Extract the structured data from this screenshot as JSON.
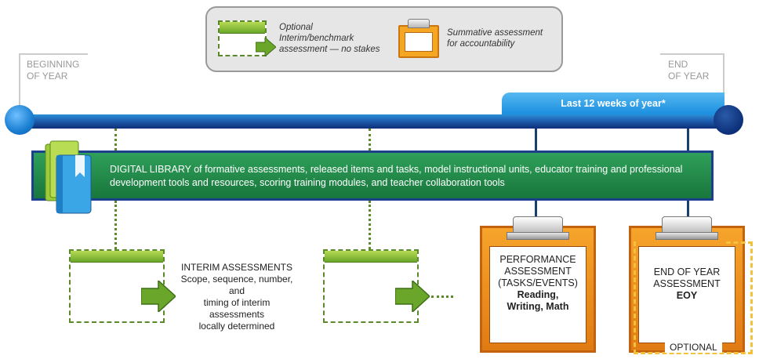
{
  "legend": {
    "interim_text": "Optional Interim/benchmark assessment — no stakes",
    "interim_lines": [
      "Optional",
      "Interim/benchmark",
      "assessment — no stakes"
    ],
    "summative_lines": [
      "Summative assessment",
      "for accountability"
    ]
  },
  "year": {
    "beginning_lines": [
      "BEGINNING",
      "OF YEAR"
    ],
    "end_lines": [
      "END",
      "OF YEAR"
    ]
  },
  "timeline": {
    "last_weeks": "Last 12 weeks of year*"
  },
  "library": {
    "text": "DIGITAL LIBRARY of formative assessments, released items and tasks, model instructional units, educator training and professional development tools and resources, scoring training modules, and teacher collaboration tools"
  },
  "interim": {
    "title": "INTERIM ASSESSMENTS",
    "lines": [
      "Scope, sequence, number, and",
      "timing of interim assessments",
      "locally determined"
    ]
  },
  "performance": {
    "lines": [
      "PERFORMANCE",
      "ASSESSMENT",
      "(TASKS/EVENTS)"
    ],
    "bold_lines": [
      "Reading,",
      "Writing, Math"
    ]
  },
  "eoy": {
    "lines": [
      "END OF YEAR",
      "ASSESSMENT"
    ],
    "bold": "EOY",
    "optional": "OPTIONAL"
  },
  "colors": {
    "timeline_blue": "#1f5fb0",
    "library_green": "#18763c",
    "summative_orange": "#f5a623",
    "interim_green": "#6aa62a",
    "optional_yellow": "#f2c23a"
  }
}
